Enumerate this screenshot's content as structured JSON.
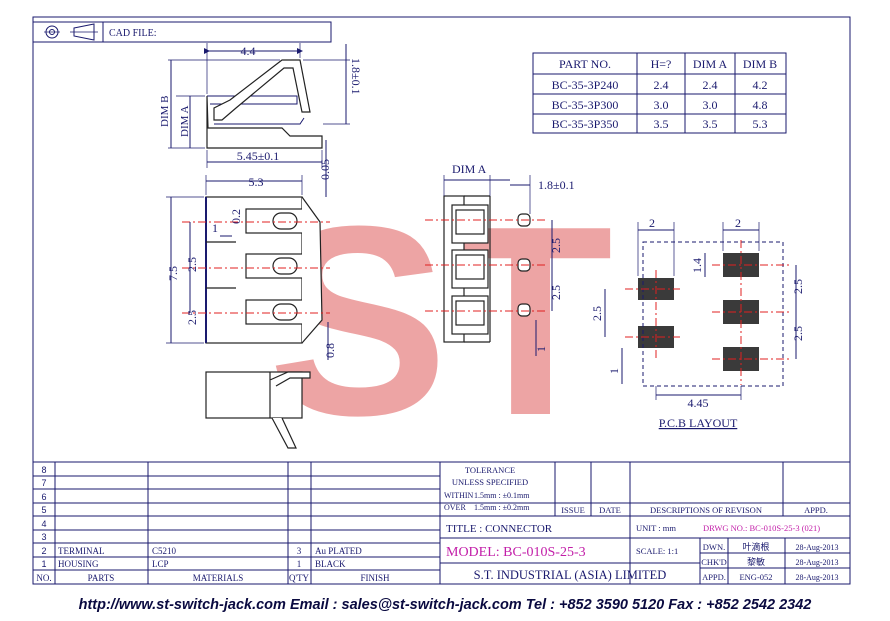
{
  "header": {
    "cad_file_label": "CAD FILE:"
  },
  "parts_table": {
    "headers": [
      "PART NO.",
      "H=?",
      "DIM A",
      "DIM B"
    ],
    "rows": [
      [
        "BC-35-3P240",
        "2.4",
        "2.4",
        "4.2"
      ],
      [
        "BC-35-3P300",
        "3.0",
        "3.0",
        "4.8"
      ],
      [
        "BC-35-3P350",
        "3.5",
        "3.5",
        "5.3"
      ]
    ]
  },
  "dimensions": {
    "side_width": "4.4",
    "side_height": "1.8±0.1",
    "dim_b": "DIM B",
    "dim_a": "DIM A",
    "side_base": "5.45±0.1",
    "top_width": "5.3",
    "gap_005": "0.05",
    "gap_02": "0.2",
    "dim_1": "1",
    "dim_75": "7.5",
    "pitch_25a": "2.5",
    "pitch_25b": "2.5",
    "dim_08": "0.8",
    "front_dim_a": "DIM A",
    "front_18": "1.8±0.1",
    "front_25a": "2.5",
    "front_25b": "2.5",
    "front_1": "1",
    "pcb_2a": "2",
    "pcb_2b": "2",
    "pcb_14": "1.4",
    "pcb_25a": "2.5",
    "pcb_25b": "2.5",
    "pcb_25c": "2.5",
    "pcb_1": "1",
    "pcb_445": "4.45"
  },
  "pcb_layout_label": "P.C.B LAYOUT",
  "watermark": "ST",
  "bom": {
    "row_numbers": [
      "8",
      "7",
      "6",
      "5",
      "4",
      "3",
      "2",
      "1"
    ],
    "rows": [
      {
        "no": "2",
        "part": "TERMINAL",
        "material": "C5210",
        "qty": "3",
        "finish": "Au PLATED"
      },
      {
        "no": "1",
        "part": "HOUSING",
        "material": "LCP",
        "qty": "1",
        "finish": "BLACK"
      }
    ],
    "headers": {
      "no": "NO.",
      "parts": "PARTS",
      "materials": "MATERIALS",
      "qty": "Q'TY",
      "finish": "FINISH"
    }
  },
  "tolerance": {
    "title": "TOLERANCE",
    "subtitle": "UNLESS SPECIFIED",
    "within": "WITHIN",
    "within_range": "1.5mm : ±0.1mm",
    "over": "OVER",
    "over_range": "1.5mm : ±0.2mm"
  },
  "revision": {
    "issue": "ISSUE",
    "date": "DATE",
    "descriptions": "DESCRIPTIONS OF REVISON",
    "appd": "APPD."
  },
  "title_block": {
    "title": "TITLE : CONNECTOR",
    "unit": "UNIT : mm",
    "model": "MODEL: BC-010S-25-3",
    "scale": "SCALE: 1:1",
    "company": "S.T. INDUSTRIAL (ASIA) LIMITED",
    "drwg_no": "DRWG NO.: BC-010S-25-3 (021)",
    "dwn_label": "DWN.",
    "dwn_name": "叶滴根",
    "dwn_date": "28-Aug-2013",
    "chkd_label": "CHK'D",
    "chkd_name": "黎敏",
    "chkd_date": "28-Aug-2013",
    "appd_label": "APPD.",
    "appd_name": "ENG-052",
    "appd_date": "28-Aug-2013"
  },
  "footer": "http://www.st-switch-jack.com  Email : sales@st-switch-jack.com  Tel : +852 3590 5120  Fax : +852 2542 2342",
  "colors": {
    "line": "#1a1a6e",
    "centerline": "#e02020",
    "watermark": "#e86060",
    "model": "#c21ea8"
  }
}
